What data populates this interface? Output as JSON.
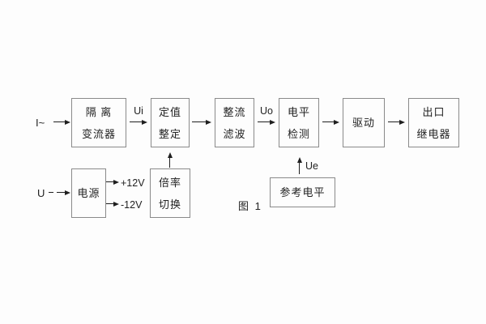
{
  "figure_caption": "图 1",
  "inputs": {
    "current": "I~",
    "voltage": "U"
  },
  "signals": {
    "ui": "Ui",
    "uo": "Uo",
    "ue": "Ue",
    "rail_positive": "+12V",
    "rail_negative": "-12V"
  },
  "blocks": {
    "isolation_transformer": {
      "line1": "隔 离",
      "line2": "变流器"
    },
    "setting_adjustment": {
      "line1": "定值",
      "line2": "整定"
    },
    "rectifier_filter": {
      "line1": "整流",
      "line2": "滤波"
    },
    "level_detection": {
      "line1": "电平",
      "line2": "检测"
    },
    "driver": {
      "label": "驱动"
    },
    "output_relay": {
      "line1": "出口",
      "line2": "继电器"
    },
    "power_supply": {
      "label": "电源"
    },
    "ratio_switching": {
      "line1": "倍率",
      "line2": "切换"
    },
    "reference_level": {
      "label": "参考电平"
    }
  },
  "colors": {
    "background": "#fdfdfd",
    "box_border": "#8a8a8a",
    "line": "#1f1f1f",
    "text": "#222222"
  }
}
